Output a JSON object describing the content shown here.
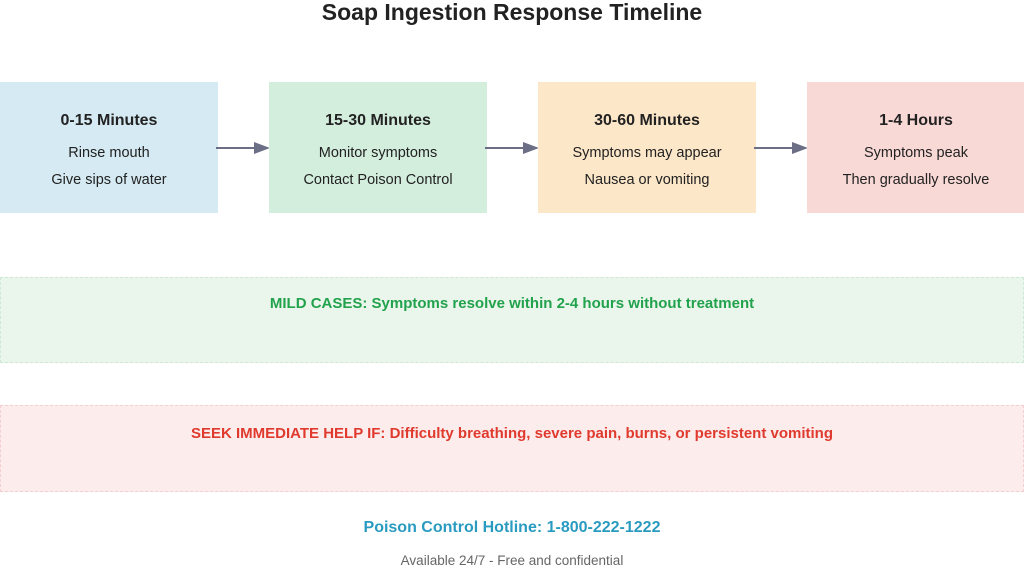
{
  "title": "Soap Ingestion Response Timeline",
  "steps": [
    {
      "heading": "0-15 Minutes",
      "line1": "Rinse mouth",
      "line2": "Give sips of water",
      "color": "#d5eaf2"
    },
    {
      "heading": "15-30 Minutes",
      "line1": "Monitor symptoms",
      "line2": "Contact Poison Control",
      "color": "#d4eede"
    },
    {
      "heading": "30-60 Minutes",
      "line1": "Symptoms may appear",
      "line2": "Nausea or vomiting",
      "color": "#fce7c9"
    },
    {
      "heading": "1-4 Hours",
      "line1": "Symptoms peak",
      "line2": "Then gradually resolve",
      "color": "#f9d9d6"
    }
  ],
  "arrow_color": "#6b6e85",
  "mild_note": "MILD CASES: Symptoms resolve within 2-4 hours without treatment",
  "urgent_note": "SEEK IMMEDIATE HELP IF: Difficulty breathing, severe pain, burns, or persistent vomiting",
  "hotline": "Poison Control Hotline: 1-800-222-1222",
  "availability": "Available 24/7 - Free and confidential"
}
